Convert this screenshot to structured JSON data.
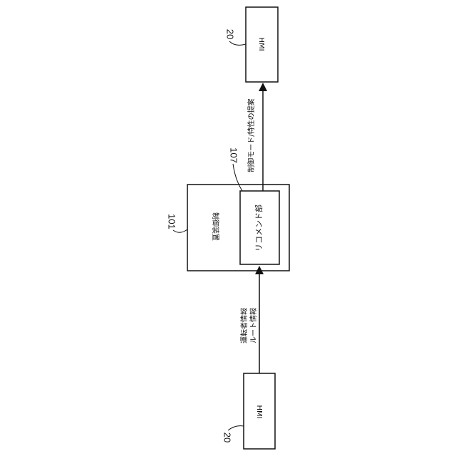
{
  "diagram": {
    "hmi_bottom": {
      "label": "HMI",
      "ref": "20"
    },
    "hmi_top": {
      "label": "HMI",
      "ref": "20"
    },
    "control_device": {
      "label": "制御装置",
      "ref": "101"
    },
    "recommend_unit": {
      "label": "リコメンド部",
      "ref": "107"
    },
    "input_arrow": {
      "line1": "運転者情報",
      "line2": "ルート情報"
    },
    "output_arrow": {
      "label": "制御モード/特性の提案"
    }
  }
}
